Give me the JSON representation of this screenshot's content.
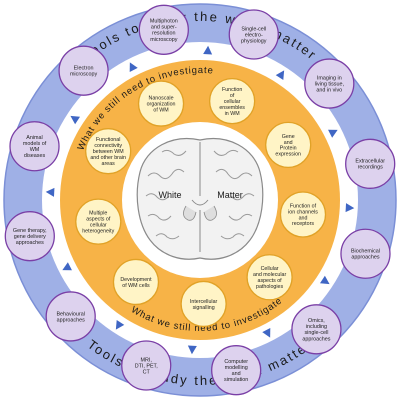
{
  "outer_ring_label": "Tools to study the white matter",
  "inner_ring_label": "What we still need to investigate",
  "center": {
    "left": "White",
    "right": "Matter"
  },
  "tools": [
    {
      "id": "animal-models",
      "lines": [
        "Animal",
        "models of",
        "WM",
        "diseases"
      ]
    },
    {
      "id": "electron-microscopy",
      "lines": [
        "Electron",
        "microscopy"
      ]
    },
    {
      "id": "multiphoton",
      "lines": [
        "Multiphoton",
        "and super-",
        "resolution",
        "microscopy"
      ]
    },
    {
      "id": "single-cell-electrophysiology",
      "lines": [
        "Single-cell",
        "electro-",
        "physiology"
      ]
    },
    {
      "id": "imaging-living-tissue",
      "lines": [
        "Imaging in",
        "living tissue,",
        "and in vivo"
      ]
    },
    {
      "id": "extracellular-recordings",
      "lines": [
        "Extracellular",
        "recordings"
      ]
    },
    {
      "id": "biochemical-approaches",
      "lines": [
        "Biochemical",
        "approaches"
      ]
    },
    {
      "id": "omics",
      "lines": [
        "Omics,",
        "including",
        "single-cell",
        "approaches"
      ]
    },
    {
      "id": "computer-modelling",
      "lines": [
        "Computer",
        "modelling",
        "and",
        "simulation"
      ]
    },
    {
      "id": "imaging-modalities",
      "lines": [
        "MRI,",
        "DTI, PET,",
        "CT"
      ]
    },
    {
      "id": "behavioural-approaches",
      "lines": [
        "Behavioural",
        "approaches"
      ]
    },
    {
      "id": "gene-therapy",
      "lines": [
        "Gene therapy,",
        "gene delivery",
        "approaches"
      ]
    }
  ],
  "questions": [
    {
      "id": "nanoscale-organization",
      "lines": [
        "Nanoscale",
        "organization",
        "of WM"
      ]
    },
    {
      "id": "cellular-ensembles",
      "lines": [
        "Function",
        "of",
        "cellular",
        "ensembles",
        "in WM"
      ]
    },
    {
      "id": "gene-protein-expression",
      "lines": [
        "Gene",
        "and",
        "Protein",
        "expression"
      ]
    },
    {
      "id": "ion-channels",
      "lines": [
        "Function of",
        "ion channels",
        "and",
        "receptors"
      ]
    },
    {
      "id": "pathologies",
      "lines": [
        "Cellular",
        "and molecular",
        "aspects of",
        "pathologies"
      ]
    },
    {
      "id": "intercellular-signalling",
      "lines": [
        "Intercellular",
        "signalling"
      ]
    },
    {
      "id": "development",
      "lines": [
        "Development",
        "of WM cells"
      ]
    },
    {
      "id": "heterogeneity",
      "lines": [
        "Multiple",
        "aspects of",
        "cellular",
        "heterogeneity"
      ]
    },
    {
      "id": "functional-connectivity",
      "lines": [
        "Functional",
        "connectivity",
        "between WM",
        "and other brain",
        "areas"
      ]
    }
  ],
  "colors": {
    "outer_ring": "#9fb0e6",
    "outer_ring_edge": "#7b8fd6",
    "white_band": "#ffffff",
    "inner_ring": "#f7b347",
    "core": "#ffffff",
    "tool_fill": "#ddd2ee",
    "tool_stroke": "#7a3fa6",
    "question_fill": "#fff4c6",
    "question_stroke": "#e1a227",
    "arrow": "#3f66c4",
    "text": "#222222",
    "ring_text": "#1a1a1a"
  }
}
